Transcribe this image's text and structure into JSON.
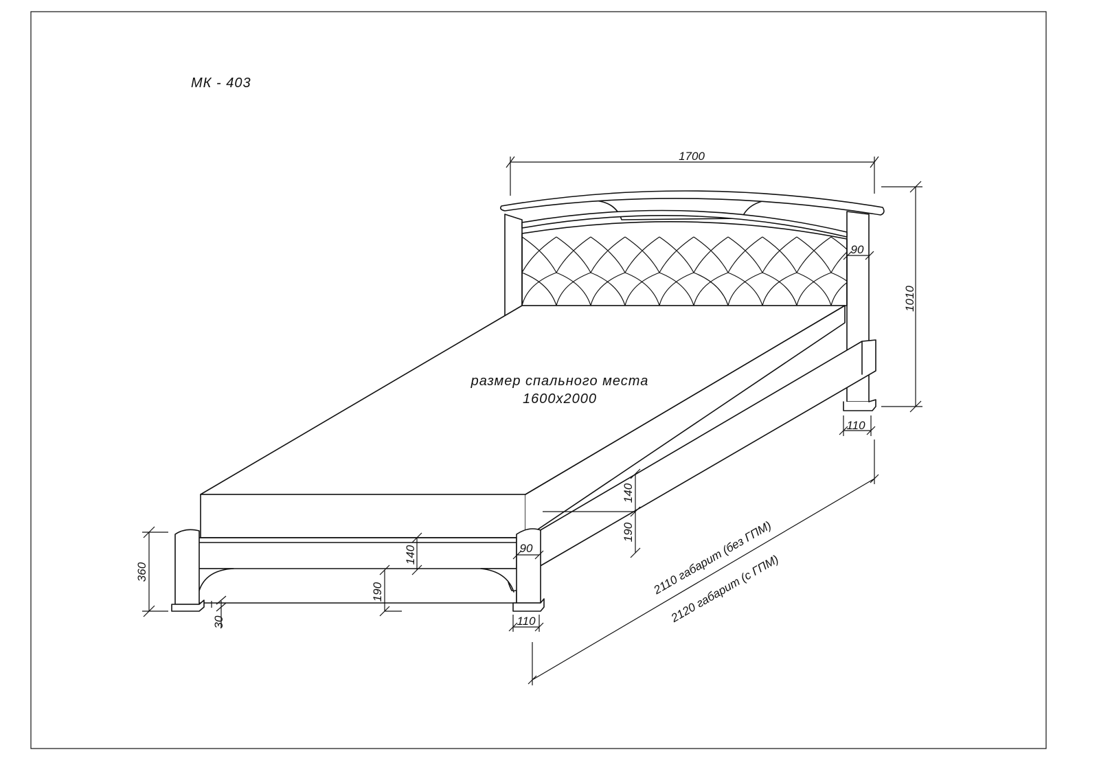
{
  "title": "МК - 403",
  "sleeping_area": {
    "label": "размер спального места",
    "size": "1600x2000"
  },
  "dimensions": {
    "headboard_width": "1700",
    "headboard_height": "1010",
    "headboard_post_width": "90",
    "headboard_foot_width": "110",
    "side_rail_height": "140",
    "side_rail_clearance": "190",
    "overall_length_without_lift": "2110 габарит (без ГПМ)",
    "overall_length_with_lift": "2120 габарит (с ГПМ)",
    "footboard_height": "360",
    "foot_height": "30",
    "foot_rail_clearance": "190",
    "foot_rail_height": "140",
    "footboard_post_width": "90",
    "footboard_foot_width": "110"
  }
}
